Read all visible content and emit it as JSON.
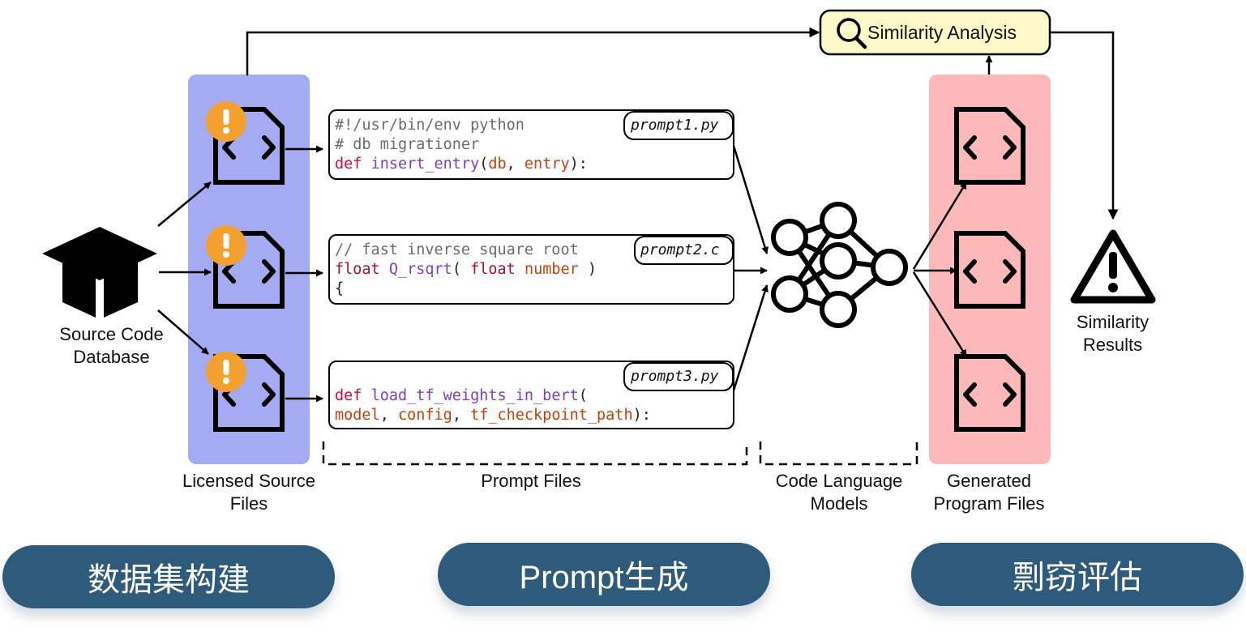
{
  "top_box": {
    "label": "Similarity Analysis",
    "icon": "magnifier-icon",
    "fill": "#fdf9c8"
  },
  "left": {
    "database_label_line1": "Source Code",
    "database_label_line2": "Database",
    "database_icon": "cube-icon",
    "panel_label_line1": "Licensed Source",
    "panel_label_line2": "Files",
    "panel_color": "#a4abf3",
    "warning_color": "#f2a131"
  },
  "prompts": [
    {
      "tag": "prompt1.py",
      "lines": [
        [
          {
            "t": "#!/usr/bin/env python",
            "c": "com"
          }
        ],
        [
          {
            "t": "# db migrationer",
            "c": "com"
          }
        ],
        [
          {
            "t": "def",
            "c": "kw"
          },
          {
            "t": " "
          },
          {
            "t": "insert_entry",
            "c": "fn"
          },
          {
            "t": "("
          },
          {
            "t": "db",
            "c": "arg"
          },
          {
            "t": ", "
          },
          {
            "t": "entry",
            "c": "arg"
          },
          {
            "t": "):"
          }
        ]
      ]
    },
    {
      "tag": "prompt2.c",
      "lines": [
        [
          {
            "t": "// fast inverse square root",
            "c": "com"
          }
        ],
        [
          {
            "t": "float",
            "c": "type"
          },
          {
            "t": " "
          },
          {
            "t": "Q_rsqrt",
            "c": "fn"
          },
          {
            "t": "( "
          },
          {
            "t": "float",
            "c": "type"
          },
          {
            "t": " "
          },
          {
            "t": "number",
            "c": "arg"
          },
          {
            "t": " )"
          }
        ],
        [
          {
            "t": "{"
          }
        ]
      ]
    },
    {
      "tag": "prompt3.py",
      "lines": [
        [
          {
            "t": "def",
            "c": "kw"
          },
          {
            "t": " "
          },
          {
            "t": "load_tf_weights_in_bert",
            "c": "fn"
          },
          {
            "t": "("
          }
        ],
        [
          {
            "t": "model",
            "c": "arg"
          },
          {
            "t": ", "
          },
          {
            "t": "config",
            "c": "arg"
          },
          {
            "t": ", "
          },
          {
            "t": "tf_checkpoint_path",
            "c": "arg"
          },
          {
            "t": "):"
          }
        ]
      ]
    }
  ],
  "labels": {
    "prompt_files": "Prompt Files",
    "models_line1": "Code Language",
    "models_line2": "Models",
    "generated_line1": "Generated",
    "generated_line2": "Program Files",
    "similarity_line1": "Similarity",
    "similarity_line2": "Results"
  },
  "right": {
    "panel_color": "#fdb9ba"
  },
  "pills": [
    {
      "label": "数据集构建"
    },
    {
      "label": "Prompt生成"
    },
    {
      "label": "剽窃评估"
    }
  ],
  "pill_color": "#2e5a7c"
}
